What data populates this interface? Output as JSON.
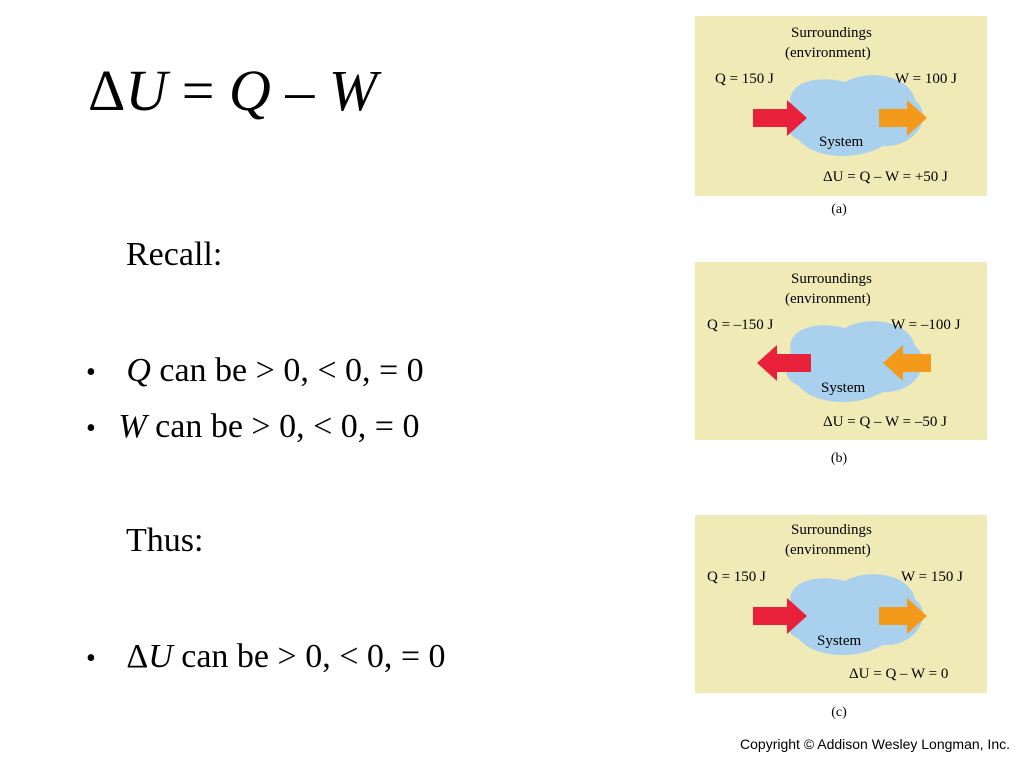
{
  "equation": {
    "delta": "Δ",
    "u": "U",
    "eq": "=",
    "q": "Q",
    "minus": "–",
    "w": "W"
  },
  "left": {
    "recall": "Recall:",
    "bullet_char": "•",
    "bullet_q": {
      "var": "Q",
      "text": "can be  > 0, < 0, = 0"
    },
    "bullet_w": {
      "var": "W",
      "text": "can be  > 0, < 0, = 0"
    },
    "thus": "Thus:",
    "bullet_du": {
      "delta": "Δ",
      "var": "U",
      "text": "can be  > 0, < 0, = 0"
    }
  },
  "panels": [
    {
      "surroundings": "Surroundings",
      "environment": "(environment)",
      "q": "Q = 150 J",
      "w": "W = 100 J",
      "system": "System",
      "du": "ΔU = Q – W = +50 J",
      "caption": "(a)"
    },
    {
      "surroundings": "Surroundings",
      "environment": "(environment)",
      "q": "Q = –150 J",
      "w": "W = –100 J",
      "system": "System",
      "du": "ΔU = Q – W = –50 J",
      "caption": "(b)"
    },
    {
      "surroundings": "Surroundings",
      "environment": "(environment)",
      "q": "Q = 150 J",
      "w": "W = 150 J",
      "system": "System",
      "du": "ΔU = Q – W = 0",
      "caption": "(c)"
    }
  ],
  "copyright": "Copyright © Addison Wesley Longman, Inc.",
  "colors": {
    "panel_bg": "#f0ebb6",
    "system_blob": "#a9d0ec",
    "heat_arrow": "#e8203a",
    "work_arrow": "#f39a1a"
  }
}
